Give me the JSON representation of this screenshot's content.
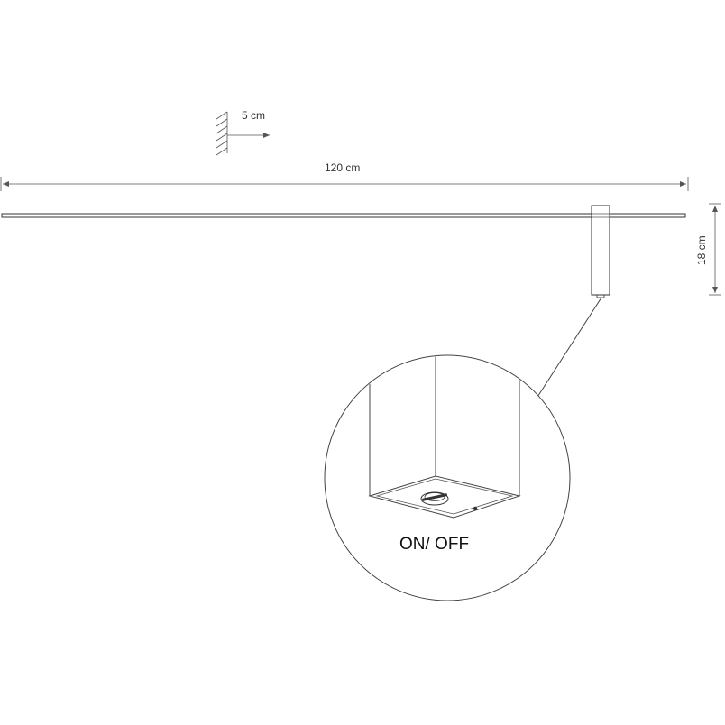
{
  "dimensions": {
    "wall_offset": "5 cm",
    "width": "120 cm",
    "height": "18 cm"
  },
  "callout": {
    "label": "ON/ OFF"
  },
  "colors": {
    "line": "#444444",
    "background": "#ffffff"
  }
}
